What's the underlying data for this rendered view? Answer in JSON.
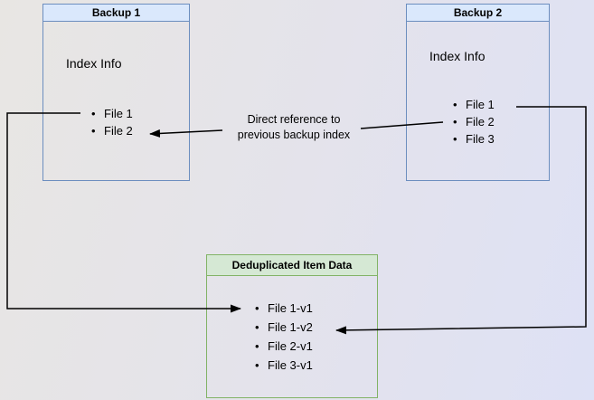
{
  "diagram": {
    "backup1": {
      "title": "Backup 1",
      "subtitle": "Index Info",
      "items": [
        "File 1",
        "File 2"
      ]
    },
    "backup2": {
      "title": "Backup 2",
      "subtitle": "Index Info",
      "items": [
        "File 1",
        "File 2",
        "File 3"
      ]
    },
    "dedup": {
      "title": "Deduplicated Item Data",
      "items": [
        "File 1-v1",
        "File 1-v2",
        "File 2-v1",
        "File 3-v1"
      ]
    },
    "edge_label": {
      "line1": "Direct reference to",
      "line2": "previous backup index"
    }
  },
  "colors": {
    "backup_box_border": "#6c8ebf",
    "backup_box_header_fill": "#dae8fc",
    "dedup_box_border": "#82b366",
    "dedup_box_header_fill": "#d5e8d4",
    "arrow": "#000000",
    "background_left": "#e8e6e3",
    "background_right": "#dee1f5"
  }
}
